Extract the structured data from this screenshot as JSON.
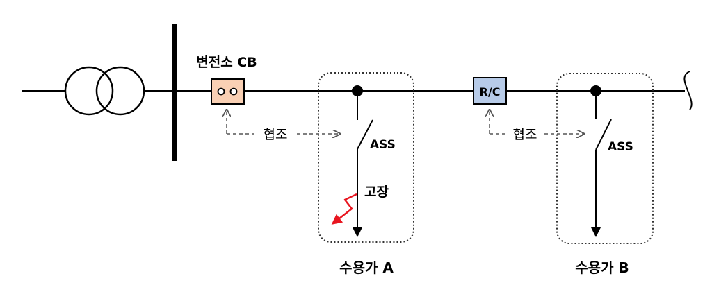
{
  "labels": {
    "substation_cb": "변전소 CB",
    "recloser": "R/C",
    "coop_left": "협조",
    "coop_right": "협조",
    "ass_a": "ASS",
    "ass_b": "ASS",
    "fault": "고장",
    "customer_a": "수용가 A",
    "customer_b": "수용가 B"
  },
  "colors": {
    "line": "#000000",
    "cb_fill": "#f9d0b4",
    "rc_fill": "#b7cbe8",
    "fault_arrow": "#e8151f",
    "dashed": "#555555"
  }
}
